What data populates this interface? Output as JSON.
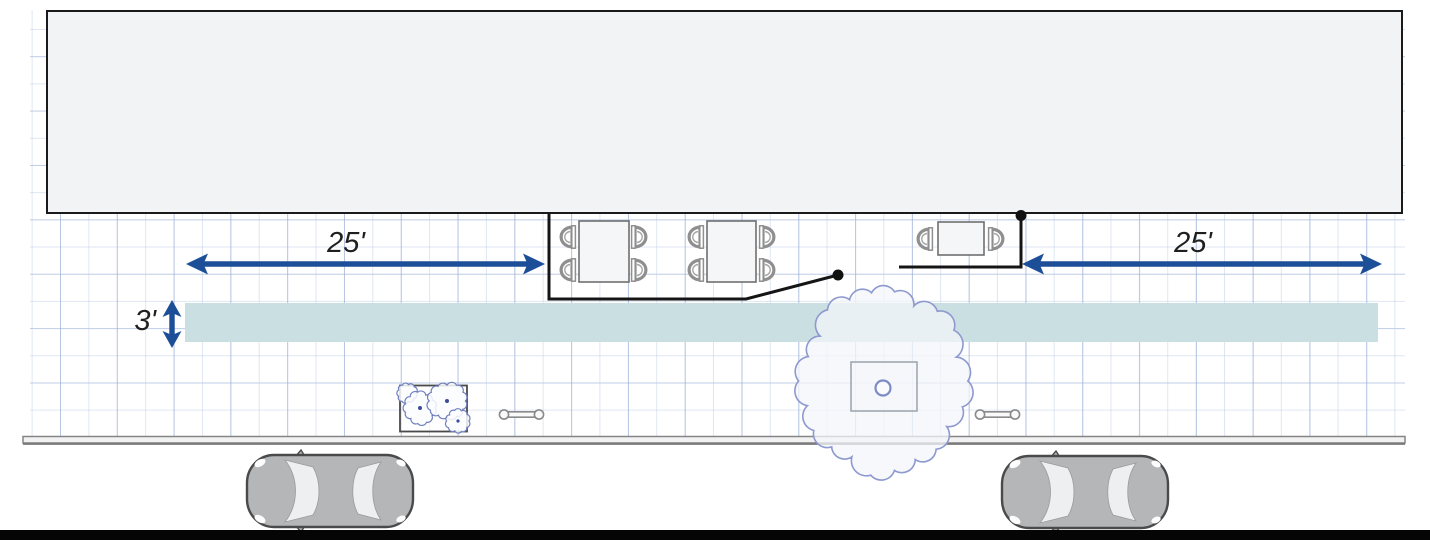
{
  "diagram": {
    "labels": {
      "left_clearance": "25'",
      "right_clearance": "25'",
      "path_width": "3'"
    },
    "colors": {
      "dimension_arrow": "#1c4f97",
      "clear_path_band": "#c9dfe1",
      "grid_line_minor": "#b9c8e4",
      "grid_line_major": "#93a9d4",
      "building_fill": "#f2f3f5",
      "building_outline": "#1a1a1a",
      "dining_boundary": "#151515",
      "street_bar": "#000000",
      "curb": "#8a8a8a",
      "car_body": "#b5b6b8",
      "tree_outline": "#8d99cf",
      "bush_outline": "#7180bd"
    }
  }
}
